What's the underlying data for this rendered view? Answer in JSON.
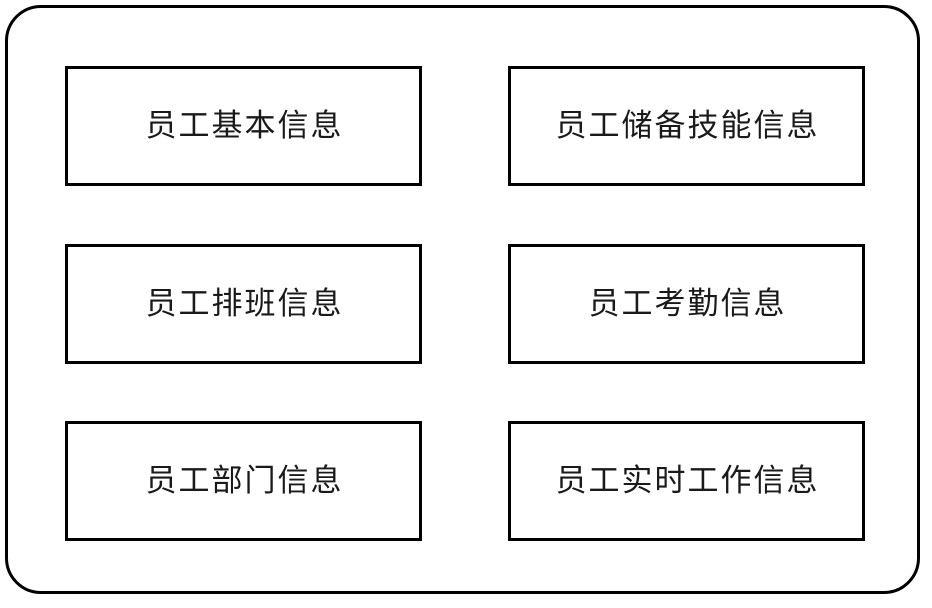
{
  "diagram": {
    "type": "block-diagram",
    "container": {
      "shape": "rounded-rectangle",
      "border_color": "#000000",
      "fill_color": "#ffffff"
    },
    "layout": {
      "columns": 2,
      "rows": 3
    },
    "boxes": [
      {
        "id": "employee-basic-info",
        "label": "员工基本信息",
        "row": 1,
        "column": 1
      },
      {
        "id": "employee-reserve-skill-info",
        "label": "员工储备技能信息",
        "row": 1,
        "column": 2
      },
      {
        "id": "employee-shift-schedule-info",
        "label": "员工排班信息",
        "row": 2,
        "column": 1
      },
      {
        "id": "employee-attendance-info",
        "label": "员工考勤信息",
        "row": 2,
        "column": 2
      },
      {
        "id": "employee-department-info",
        "label": "员工部门信息",
        "row": 3,
        "column": 1
      },
      {
        "id": "employee-realtime-work-info",
        "label": "员工实时工作信息",
        "row": 3,
        "column": 2
      }
    ]
  }
}
